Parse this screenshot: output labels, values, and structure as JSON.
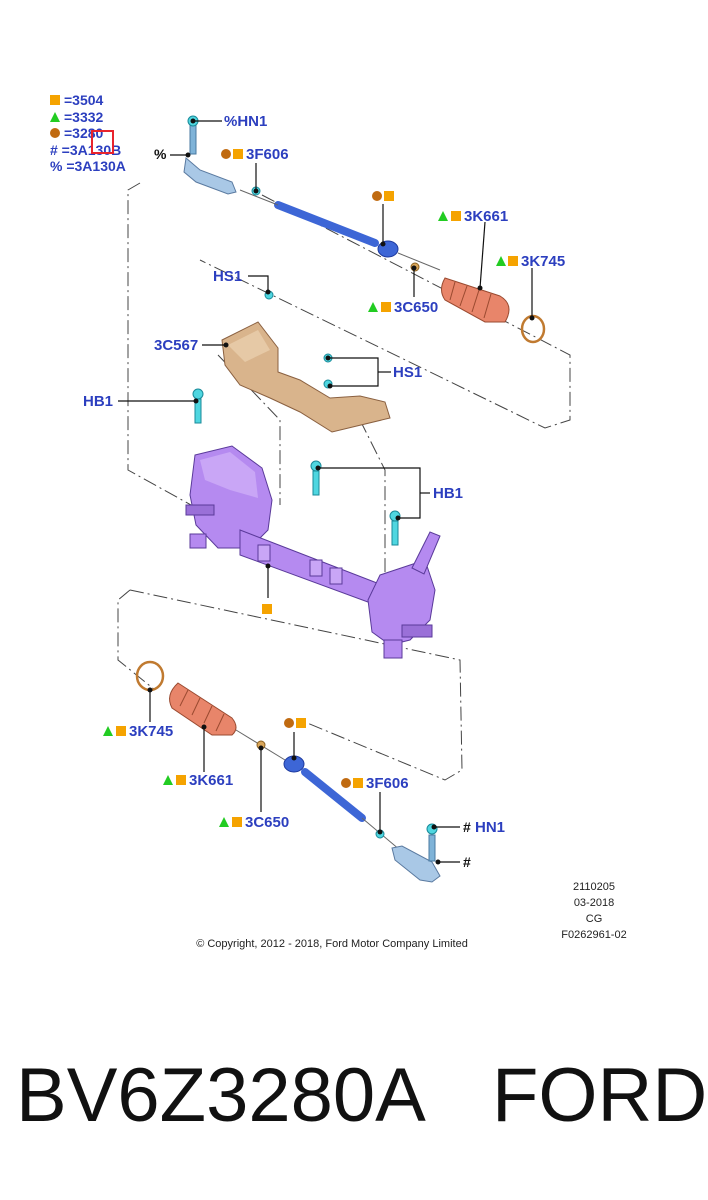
{
  "legend": [
    {
      "symbol": "square",
      "color": "#f5a300",
      "text": "=3504"
    },
    {
      "symbol": "triangle",
      "color": "#22cc22",
      "text": "=3332"
    },
    {
      "symbol": "circle",
      "color": "#c06a10",
      "text": "=3280"
    },
    {
      "symbol": "hash",
      "color": "#111111",
      "text": "# =3A130B"
    },
    {
      "symbol": "percent",
      "color": "#111111",
      "text": "% =3A130A"
    }
  ],
  "labels": {
    "hn1_top": "%HN1",
    "pct_top": "%",
    "f606_top": "3F606",
    "k661_top": "3K661",
    "k745_top": "3K745",
    "c650_top": "3C650",
    "hs1_a": "HS1",
    "c567": "3C567",
    "hs1_b": "HS1",
    "hb1_a": "HB1",
    "hb1_b": "HB1",
    "k745_bot": "3K745",
    "k661_bot": "3K661",
    "c650_bot": "3C650",
    "f606_bot": "3F606",
    "hn1_bot": "HN1",
    "hash_bot_1": "#",
    "hash_bot_2": "#"
  },
  "meta": {
    "code": "2110205",
    "date": "03-2018",
    "initials": "CG",
    "figure": "F0262961-02"
  },
  "copyright": "© Copyright, 2012 - 2018, Ford Motor Company Limited",
  "part_number": "BV6Z3280A",
  "brand": "FORD",
  "colors": {
    "label_blue": "#2c3fbf",
    "square_orange": "#f5a300",
    "triangle_green": "#22cc22",
    "circle_brown": "#c06a10",
    "rack_purple": "#b58af0",
    "shield_tan": "#d9b48c",
    "boot_salmon": "#e8856a",
    "rod_blue": "#3d66d6",
    "fastener_cyan": "#4fd6e0"
  }
}
